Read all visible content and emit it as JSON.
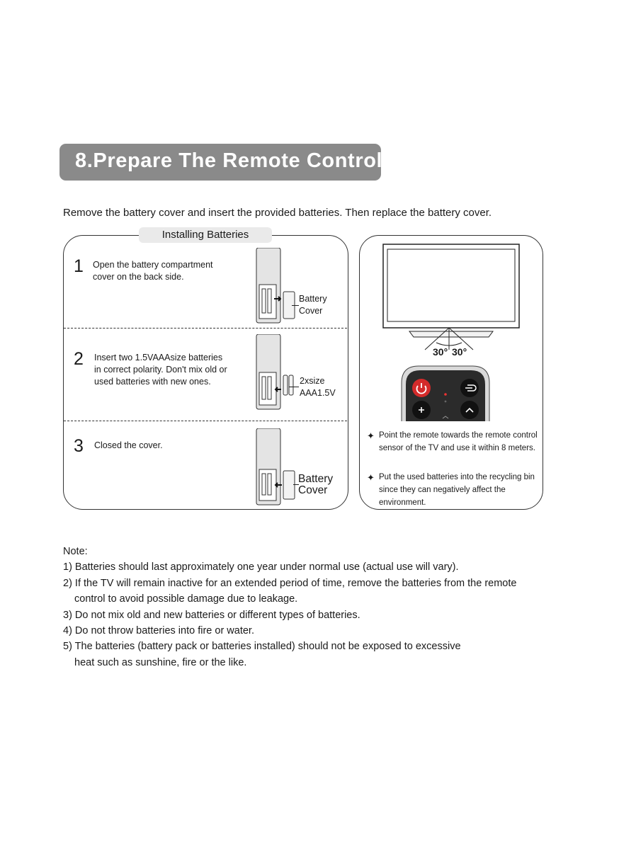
{
  "title": "8.Prepare The Remote Control",
  "intro": "Remove the battery cover and insert the provided batteries. Then replace the battery cover.",
  "installing": {
    "label": "Installing Batteries",
    "steps": [
      {
        "num": "1",
        "text": [
          "Open the battery compartment",
          "cover on the back side."
        ],
        "callout": [
          "Battery",
          "Cover"
        ]
      },
      {
        "num": "2",
        "text": [
          "Insert two 1.5VAAAsize batteries",
          "in correct polarity. Don't mix old or",
          "used batteries with new ones."
        ],
        "callout": [
          "2xsize",
          "AAA1.5V"
        ]
      },
      {
        "num": "3",
        "text": [
          "Closed the cover."
        ],
        "callout": [
          "Battery",
          "Cover"
        ]
      }
    ]
  },
  "tv_diagram": {
    "angle_left": "30°",
    "angle_right": "30°"
  },
  "tips": [
    [
      "Point the remote towards the remote control",
      "sensor of the TV and use it within 8 meters."
    ],
    [
      "Put the used batteries into the recycling bin",
      "since they can negatively affect the",
      "environment."
    ]
  ],
  "tip_marker": "✦",
  "notes": {
    "heading": "Note:",
    "items": [
      [
        "1) Batteries should last approximately one year under normal use (actual use will vary)."
      ],
      [
        "2) If the TV will remain inactive for an extended period of time, remove the batteries from the remote",
        "control to avoid possible damage due to leakage."
      ],
      [
        "3) Do not mix old and new batteries or different types of batteries."
      ],
      [
        "4) Do not throw batteries into fire or water."
      ],
      [
        "5) The batteries (battery pack or batteries installed) should not be exposed to excessive",
        "heat such as sunshine, fire or the like."
      ]
    ]
  },
  "colors": {
    "title_bar": "#8a8a8a",
    "label_bg": "#eaeaea",
    "power_button": "#d42b2b",
    "remote_body": "#2b2b2b"
  }
}
